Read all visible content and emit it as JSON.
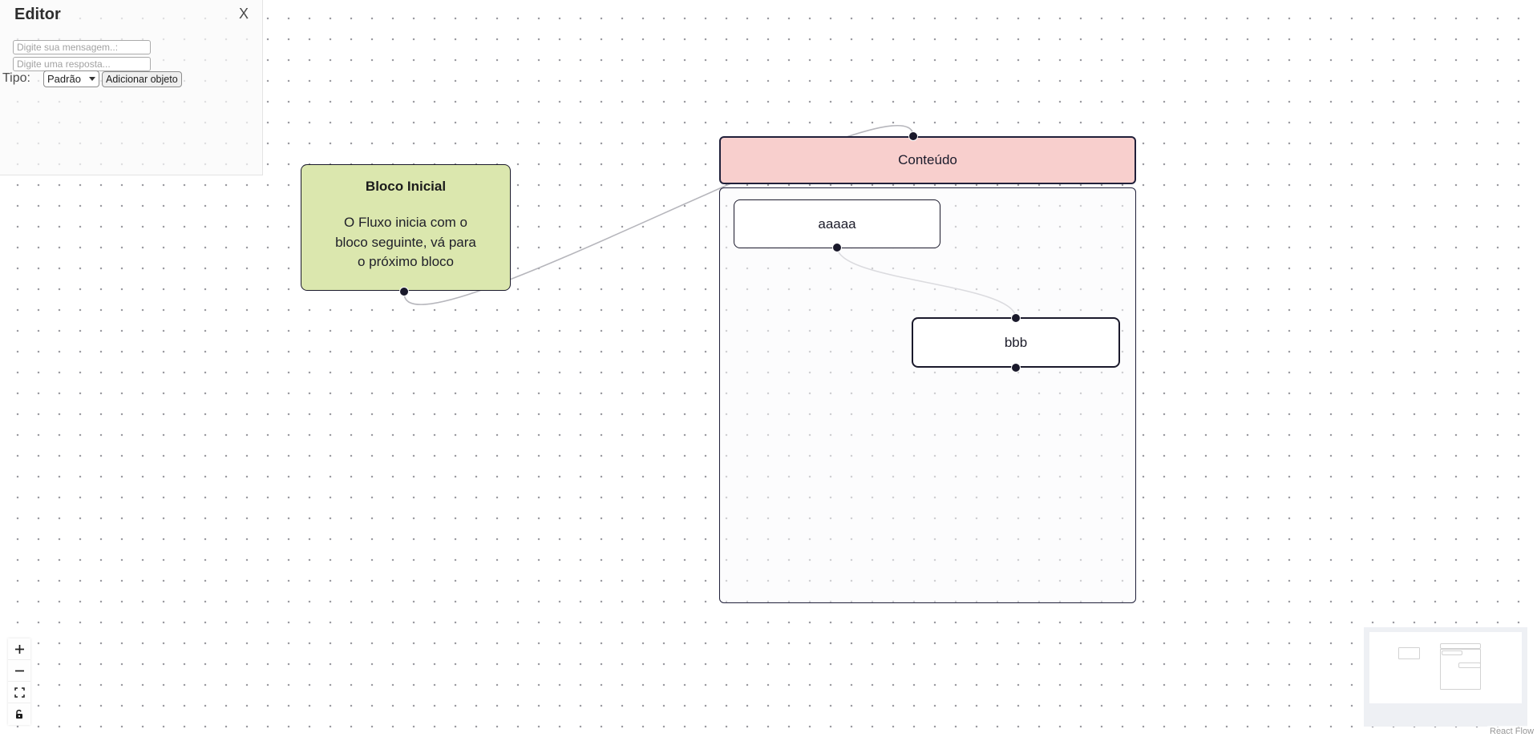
{
  "app": {
    "attribution": "React Flow"
  },
  "colors": {
    "node_border": "#1a192b",
    "bloco_inicial_bg": "#dbe7ae",
    "conteudo_header_bg": "#f8cfcd",
    "edge": "#b6b6bc",
    "handle": "#1a192b"
  },
  "editor_panel": {
    "title": "Editor",
    "close_label": "X",
    "message_input": {
      "placeholder": "Digite sua mensagem..:",
      "value": ""
    },
    "response_input": {
      "placeholder": "Digite uma resposta...",
      "value": ""
    },
    "type_label": "Tipo:",
    "type_select": {
      "selected_option": "Padrão"
    },
    "add_object_button": "Adicionar objeto"
  },
  "flow": {
    "nodes": {
      "bloco_inicial": {
        "title": "Bloco Inicial",
        "body_lines": [
          "O Fluxo inicia com o",
          "bloco seguinte, vá para",
          "o próximo bloco"
        ]
      },
      "conteudo": {
        "title": "Conteúdo"
      },
      "aaaaa": {
        "label": "aaaaa"
      },
      "bbb": {
        "label": "bbb"
      }
    },
    "edges": [
      {
        "from": "bloco_inicial",
        "to": "conteudo"
      },
      {
        "from": "aaaaa",
        "to": "bbb"
      }
    ]
  },
  "controls": {
    "zoom_in_icon": "plus-icon",
    "zoom_out_icon": "minus-icon",
    "fit_view_icon": "fit-view-icon",
    "lock_icon": "lock-icon"
  }
}
